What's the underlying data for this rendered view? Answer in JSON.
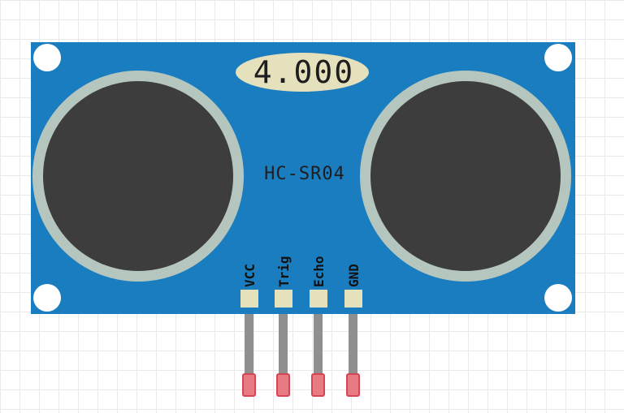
{
  "component": {
    "model_label": "HC-SR04",
    "display_value": "4.000",
    "pins": [
      {
        "label": "VCC"
      },
      {
        "label": "Trig"
      },
      {
        "label": "Echo"
      },
      {
        "label": "GND"
      }
    ]
  },
  "colors": {
    "board": "#1a7dbf",
    "board_edge": "#136aa6",
    "transducer_ring": "#b5c6bf",
    "transducer_core": "#3d3d3d",
    "display_background": "#e6e1bd",
    "pin_pad": "#e6e1bd",
    "pin_leg": "#8f8f8f",
    "pin_tip": "#e87a82",
    "pin_tip_stroke": "#d64554",
    "mounting_hole": "#ffffff",
    "grid": "#e9e9e9"
  },
  "icons": {
    "transducer": "ultrasonic-transducer-icon",
    "mounting_hole": "mounting-hole-icon"
  }
}
